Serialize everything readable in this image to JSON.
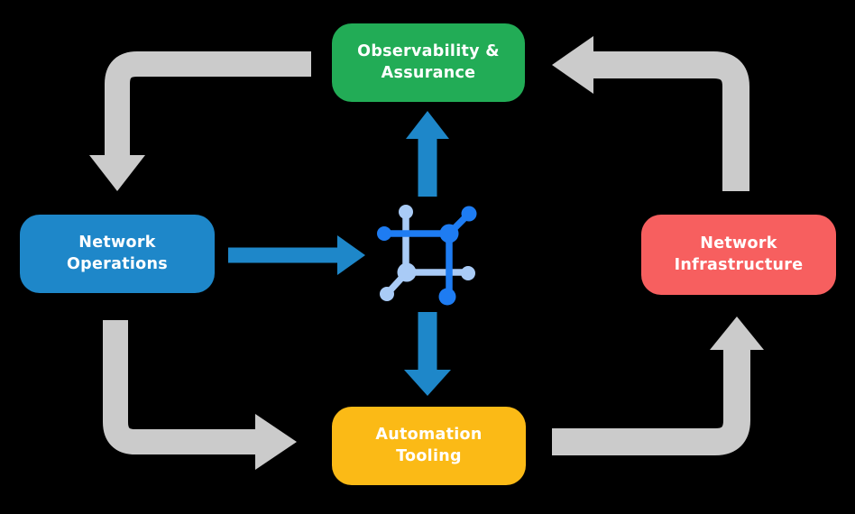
{
  "diagram": {
    "background_color": "#000000",
    "colors": {
      "arrow_gray": "#CBCBCB",
      "accent_blue": "#1E87C9",
      "icon_blue_dark": "#1E7CF2",
      "icon_blue_light": "#A9CBF6",
      "text": "#FFFFFF"
    },
    "nodes": {
      "observability": {
        "label": "Observability &\nAssurance",
        "color": "#22AC56"
      },
      "operations": {
        "label": "Network\nOperations",
        "color": "#1E87C9"
      },
      "infrastructure": {
        "label": "Network\nInfrastructure",
        "color": "#F75F5F"
      },
      "tooling": {
        "label": "Automation\nTooling",
        "color": "#FBBA16"
      }
    },
    "center_icon": "network-mesh-icon"
  }
}
